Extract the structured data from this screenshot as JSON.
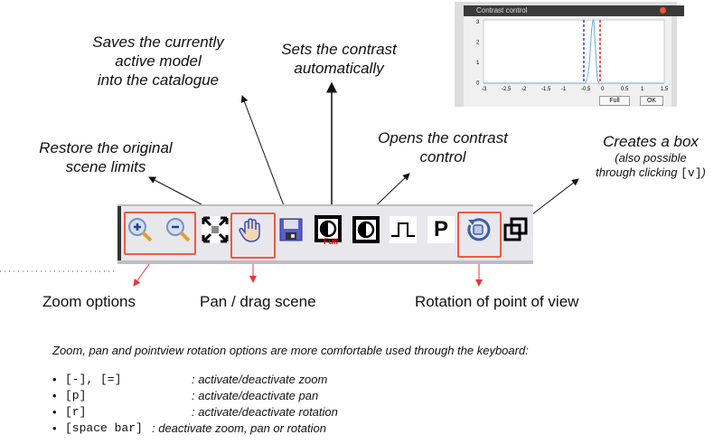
{
  "annotations": {
    "restore": [
      "Restore the original",
      "scene limits"
    ],
    "save": [
      "Saves the currently",
      "active model",
      "into the catalogue"
    ],
    "contrast_auto": [
      "Sets the contrast",
      "automatically"
    ],
    "contrast_open": [
      "Opens the contrast",
      "control"
    ],
    "box": {
      "title": "Creates a box",
      "sub1": "(also possible",
      "sub2": "through clicking",
      "key": "[v]",
      "close": ")"
    }
  },
  "labels": {
    "zoom": "Zoom options",
    "pan": "Pan / drag scene",
    "rotation": "Rotation of point of view"
  },
  "toolbar": {
    "contrast_full_text": "Full",
    "p_text": "P"
  },
  "contrast_window": {
    "title": "Contrast control",
    "yticks": [
      "3",
      "2",
      "1",
      "0"
    ],
    "xticks": [
      "-3",
      "-2.5",
      "-2",
      "-1.5",
      "-1",
      "-0.5",
      "0",
      "0.5",
      "1",
      "1.5"
    ],
    "full_button": "Full",
    "ok_button": "OK",
    "colors": {
      "lower": "#3344ee",
      "upper": "#ee2222",
      "curve": "#66aadd"
    }
  },
  "keyboard": {
    "intro": "Zoom, pan and pointview rotation options are more comfortable used through the keyboard:",
    "items": [
      {
        "key": "[-], [=]",
        "desc": ": activate/deactivate zoom"
      },
      {
        "key": "[p]",
        "desc": ": activate/deactivate pan"
      },
      {
        "key": "[r]",
        "desc": ": activate/deactivate rotation"
      },
      {
        "key": "[space bar]",
        "desc": ": deactivate zoom, pan or rotation"
      }
    ]
  },
  "colors": {
    "highlight": "#f05a3c",
    "arrow": "#111111",
    "pointer": "#ee3333"
  }
}
